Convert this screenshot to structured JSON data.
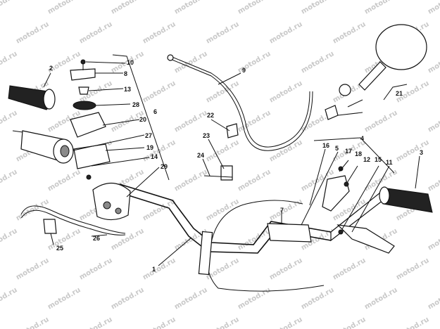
{
  "watermark": "motod.ru",
  "labels": {
    "l1": "1",
    "l2": "2",
    "l3": "3",
    "l4": "4",
    "l5": "5",
    "l6": "6",
    "l7": "7",
    "l8": "8",
    "l9": "9",
    "l10": "10",
    "l11": "11",
    "l12": "12",
    "l13": "13",
    "l14": "14",
    "l15": "15",
    "l16": "16",
    "l17": "17",
    "l18": "18",
    "l19": "19",
    "l20": "20",
    "l21": "21",
    "l22": "22",
    "l23": "23",
    "l24": "24",
    "l25": "25",
    "l26": "26",
    "l27": "27",
    "l28": "28",
    "l29": "29"
  }
}
